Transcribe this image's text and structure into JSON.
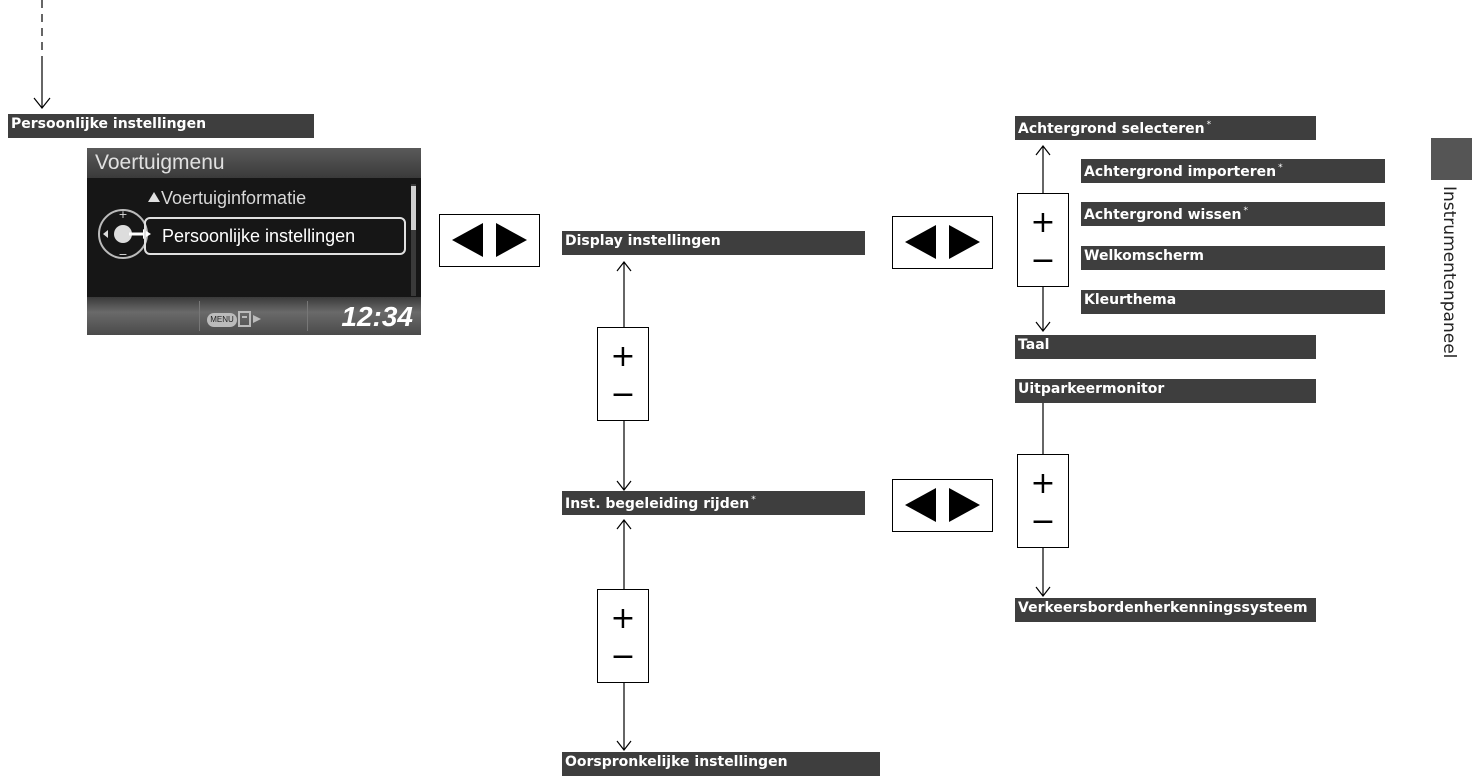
{
  "labels": {
    "persoonlijke": "Persoonlijke instellingen",
    "display": "Display instellingen",
    "begeleiding": "Inst. begeleiding rijden",
    "oorspronkelijk": "Oorspronkelijke instellingen",
    "ach_selecteren": "Achtergrond selecteren",
    "ach_importeren": "Achtergrond importeren",
    "ach_wissen": "Achtergrond wissen",
    "welkomscherm": "Welkomscherm",
    "kleurthema": "Kleurthema",
    "taal": "Taal",
    "uitparkeermonitor": "Uitparkeermonitor",
    "verkeersborden": "Verkeersbordenherkenningssysteem"
  },
  "asterisk": "*",
  "buttons": {
    "plus": "+",
    "minus": "−"
  },
  "screen": {
    "title": "Voertuigmenu",
    "item1": "Voertuiginformatie",
    "item2": "Persoonlijke instellingen",
    "menu_label": "MENU",
    "clock": "12:34"
  },
  "side_tab": "Instrumentenpaneel",
  "colors": {
    "label_bg": "#3e3e3e",
    "tab_bg": "#555555"
  }
}
